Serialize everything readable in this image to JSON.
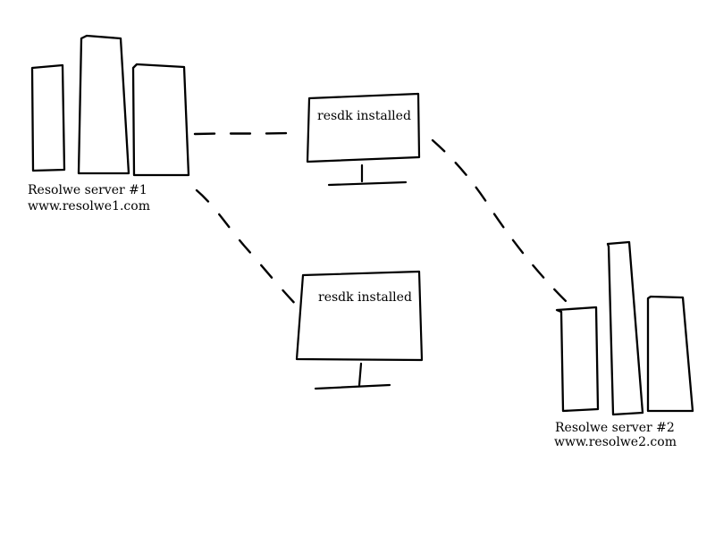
{
  "colors": {
    "background": "#ffffff",
    "ink": "#000000"
  },
  "servers": [
    {
      "id": "server-1",
      "name": "Resolwe server #1",
      "url": "www.resolwe1.com"
    },
    {
      "id": "server-2",
      "name": "Resolwe server #2",
      "url": "www.resolwe2.com"
    }
  ],
  "clients": [
    {
      "id": "client-top",
      "label": "resdk installed"
    },
    {
      "id": "client-bottom",
      "label": "resdk installed"
    }
  ],
  "connections": [
    {
      "from": "server-1",
      "to": "client-top",
      "style": "dashed"
    },
    {
      "from": "server-1",
      "to": "client-bottom",
      "style": "dashed"
    },
    {
      "from": "client-top",
      "to": "server-2",
      "style": "dashed"
    }
  ]
}
